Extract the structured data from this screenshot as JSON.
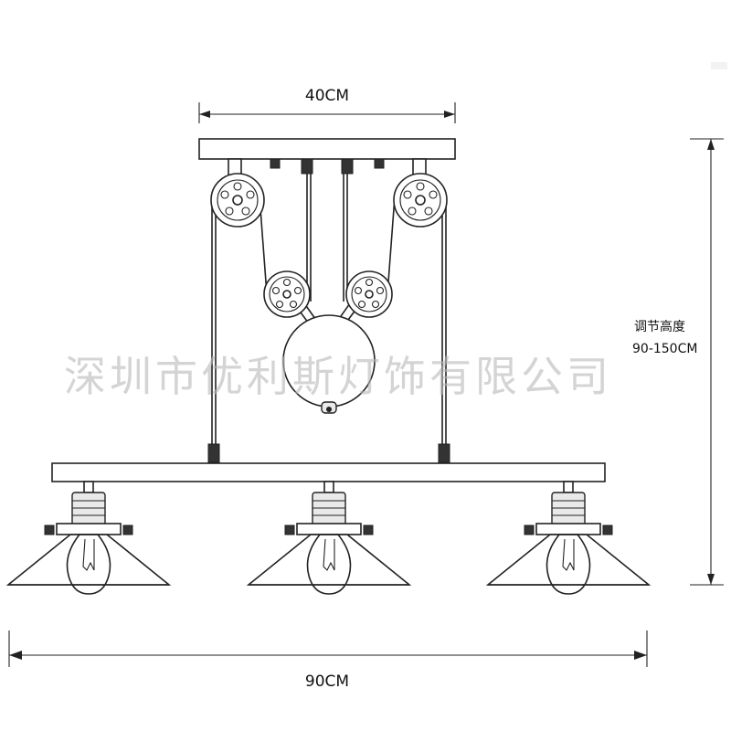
{
  "dimensions": {
    "top_width": "40CM",
    "bottom_width": "90CM",
    "height_label": "调节高度",
    "height_range": "90-150CM"
  },
  "watermark": "深圳市优利斯灯饰有限公司",
  "colors": {
    "line": "#222222",
    "watermark": "#b9b9b9",
    "background": "#ffffff"
  }
}
